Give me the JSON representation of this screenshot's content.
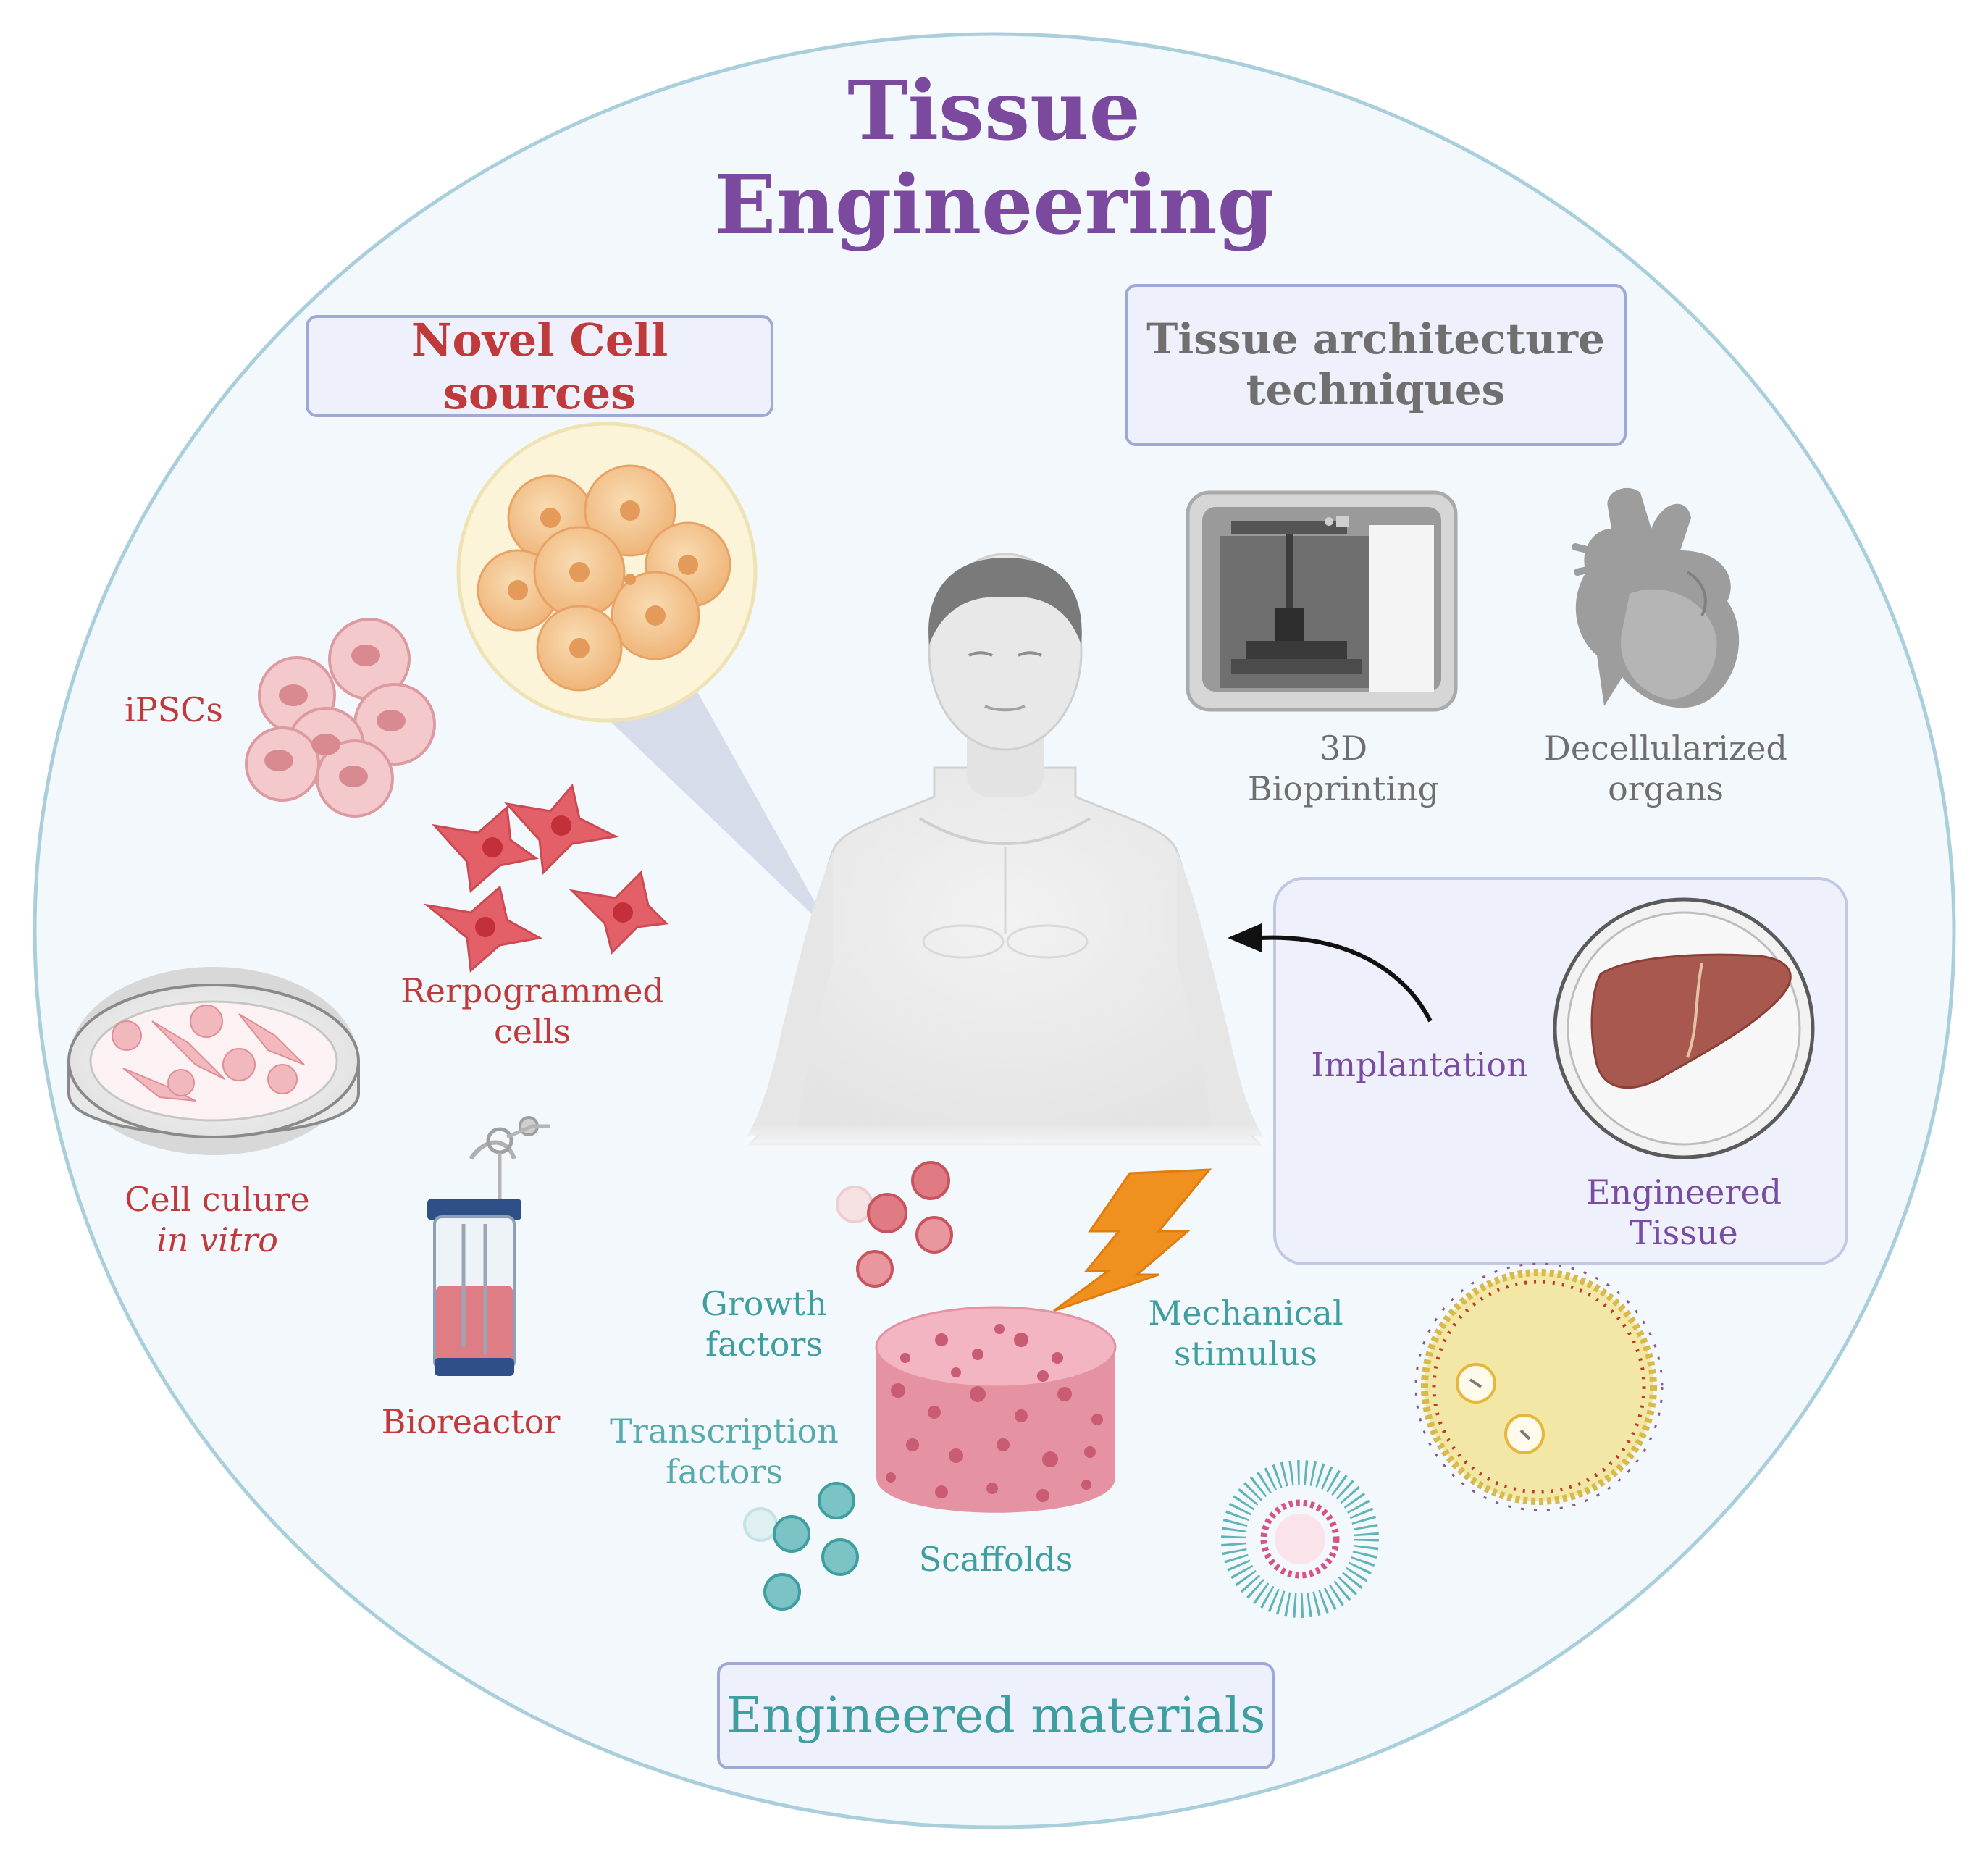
{
  "title": {
    "line1": "Tissue",
    "line2": "Engineering"
  },
  "sections": {
    "novel_cell_sources": "Novel Cell sources",
    "tissue_architecture": {
      "line1": "Tissue architecture",
      "line2": "techniques"
    },
    "engineered_materials": "Engineered materials"
  },
  "labels": {
    "ipscs": "iPSCs",
    "reprogrammed": {
      "line1": "Rerpogrammed",
      "line2": "cells"
    },
    "cell_culture": {
      "line1": "Cell culure",
      "line2": "in vitro"
    },
    "bioreactor": "Bioreactor",
    "bioprinting": {
      "line1": "3D",
      "line2": "Bioprinting"
    },
    "decellularized": {
      "line1": "Decellularized",
      "line2": "organs"
    },
    "implantation": "Implantation",
    "engineered_tissue": {
      "line1": "Engineered",
      "line2": "Tissue"
    },
    "growth_factors": {
      "line1": "Growth",
      "line2": "factors"
    },
    "transcription_factors": {
      "line1": "Transcription",
      "line2": "factors"
    },
    "mechanical_stimulus": {
      "line1": "Mechanical",
      "line2": "stimulus"
    },
    "scaffolds": "Scaffolds"
  },
  "icons": [
    "stem-cell-cluster-icon",
    "ipsc-cells-icon",
    "reprogrammed-cells-icon",
    "petri-dish-icon",
    "bioreactor-icon",
    "human-body-icon",
    "3d-bioprinter-icon",
    "heart-organ-icon",
    "liver-tissue-icon",
    "growth-factor-molecules-icon",
    "transcription-factor-molecules-icon",
    "lightning-bolt-icon",
    "porous-scaffold-icon",
    "liposome-icon",
    "micelle-icon",
    "arrow-icon"
  ],
  "colors": {
    "title": "#7b4a9e",
    "cell_sources": "#c0393b",
    "architecture": "#6f6f6f",
    "materials": "#3e9ea0",
    "implantation": "#7a4ba3",
    "circle_fill": "#f3f8fc",
    "circle_stroke": "#a9cfdc",
    "box_border": "#9fa8d6",
    "box_fill": "#eef1fb"
  }
}
